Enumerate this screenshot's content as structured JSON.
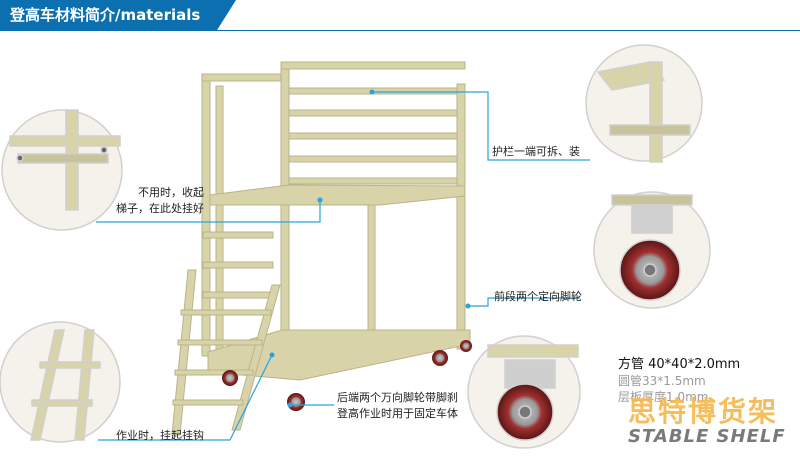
{
  "header": {
    "title": "登高车材料简介/materials"
  },
  "callouts": {
    "fold_ladder_line1": "不用时，收起",
    "fold_ladder_line2": "梯子，在此处挂好",
    "guardrail": "护栏一端可拆、装",
    "front_wheels": "前段两个定向脚轮",
    "rear_wheels_line1": "后端两个万向脚轮带脚刹",
    "rear_wheels_line2": "登高作业时用于固定车体",
    "hook": "作业时，挂起挂钩"
  },
  "specs": {
    "square_tube": "方管 40*40*2.0mm",
    "round_tube": "圆管33*1.5mm",
    "panel": "层板厚度1.0mm"
  },
  "brand": {
    "cn": "思特博货架",
    "en": "STABLE SHELF"
  },
  "colors": {
    "frame": "#d8d3a8",
    "frame_dark": "#b9b48a",
    "accent": "#0b6fb0",
    "line": "#29a3df",
    "wheel": "#8b1f1f"
  }
}
